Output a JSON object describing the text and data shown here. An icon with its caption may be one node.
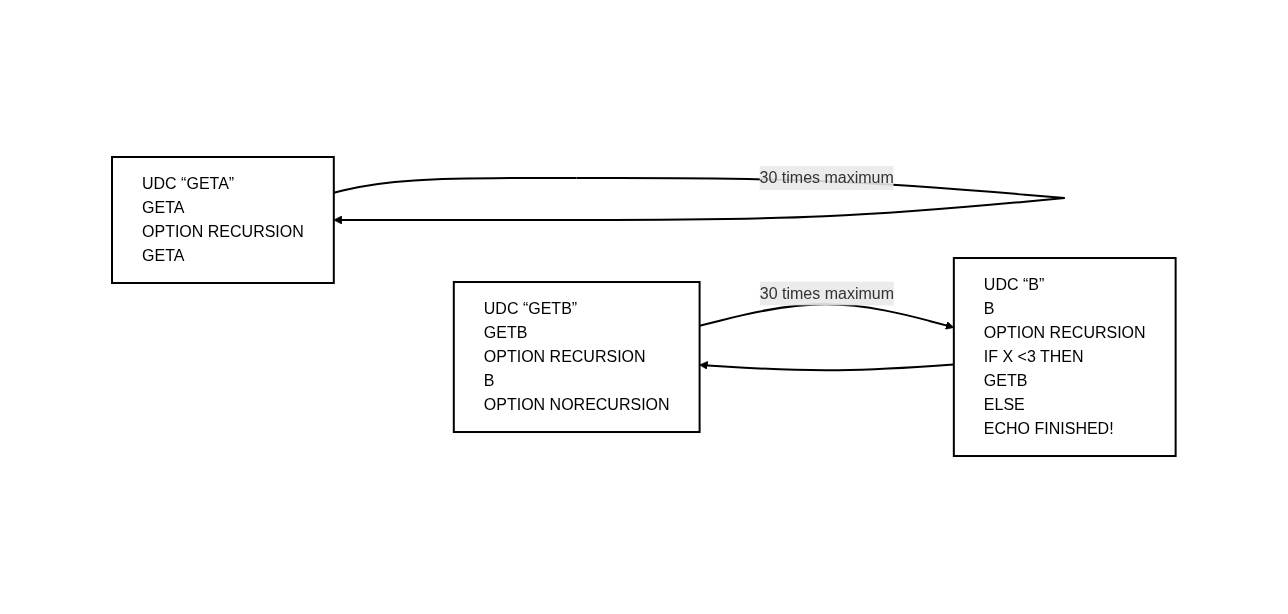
{
  "diagram": {
    "nodes": [
      {
        "text": [
          "UDC “GETB”",
          "GETB",
          "OPTION RECURSION",
          "B",
          "OPTION NORECURSION"
        ]
      },
      {
        "text": [
          "UDC “B”",
          "B",
          "OPTION RECURSION",
          "IF X <3 THEN",
          "GETB",
          "ELSE",
          "ECHO FINISHED!"
        ]
      },
      {
        "text": [
          "UDC “GETA”",
          "GETA",
          "OPTION RECURSION",
          "GETA"
        ]
      }
    ],
    "edges": [
      {
        "from": 0,
        "to": 1,
        "arrow": "to",
        "label": "30 times maximum"
      },
      {
        "from": 1,
        "to": 0,
        "arrow": "to"
      },
      {
        "from": 2,
        "to": 2,
        "arrow": "to",
        "label": "30 times maximum"
      }
    ]
  }
}
